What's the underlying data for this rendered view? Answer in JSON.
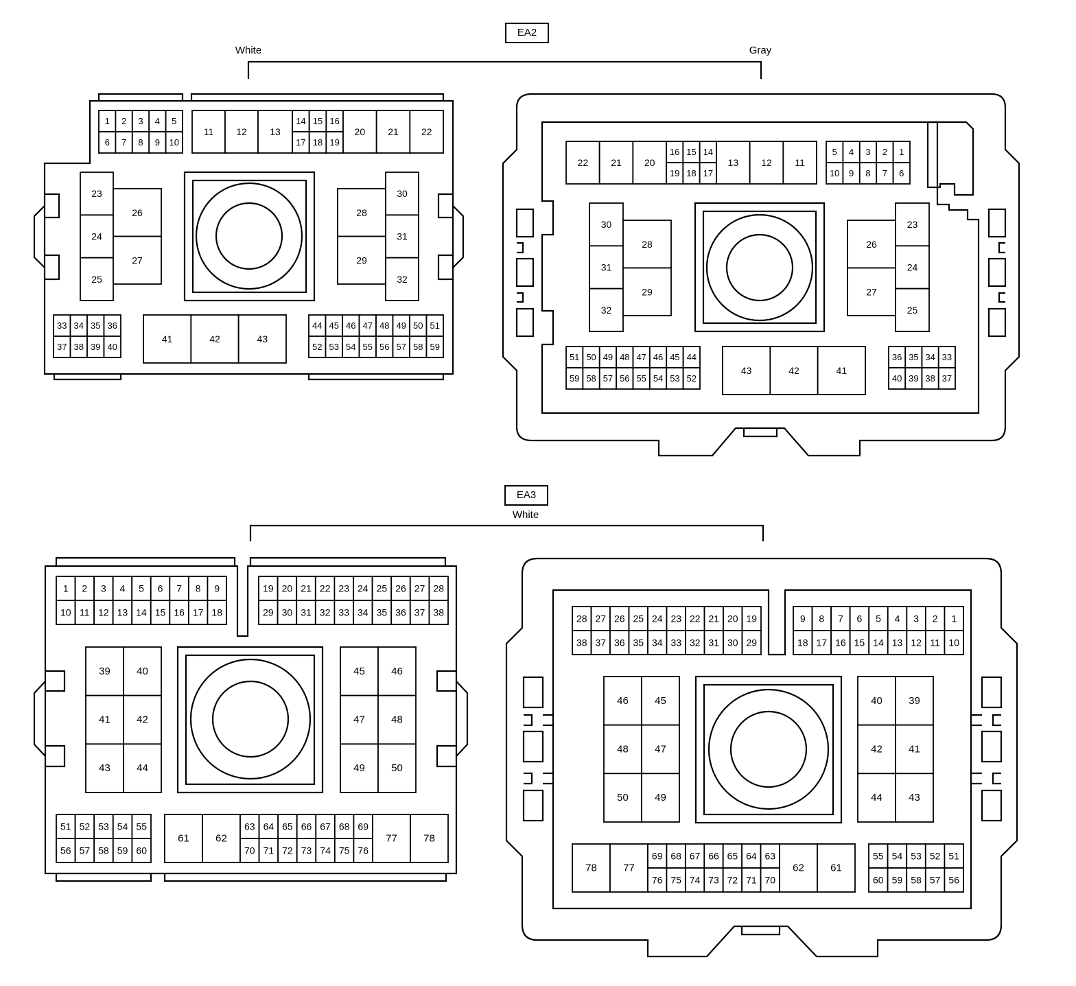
{
  "ea2": {
    "name": "EA2",
    "white": "White",
    "gray": "Gray",
    "white_view": {
      "row1": [
        "1",
        "2",
        "3",
        "4",
        "5"
      ],
      "row2": [
        "6",
        "7",
        "8",
        "9",
        "10"
      ],
      "a": [
        "11",
        "12",
        "13"
      ],
      "b_top": [
        "14",
        "15",
        "16"
      ],
      "b_bot": [
        "17",
        "18",
        "19"
      ],
      "c": [
        "20",
        "21",
        "22"
      ],
      "left_col": [
        "23",
        "24",
        "25"
      ],
      "left_big": [
        "26",
        "27"
      ],
      "right_big": [
        "28",
        "29"
      ],
      "right_col": [
        "30",
        "31",
        "32"
      ],
      "bl_top": [
        "33",
        "34",
        "35",
        "36"
      ],
      "bl_bot": [
        "37",
        "38",
        "39",
        "40"
      ],
      "mid": [
        "41",
        "42",
        "43"
      ],
      "br_top": [
        "44",
        "45",
        "46",
        "47",
        "48",
        "49",
        "50",
        "51"
      ],
      "br_bot": [
        "52",
        "53",
        "54",
        "55",
        "56",
        "57",
        "58",
        "59"
      ]
    },
    "gray_view": {
      "a": [
        "22",
        "21",
        "20"
      ],
      "b_top": [
        "16",
        "15",
        "14"
      ],
      "b_bot": [
        "19",
        "18",
        "17"
      ],
      "c": [
        "13",
        "12",
        "11"
      ],
      "tr_top": [
        "5",
        "4",
        "3",
        "2",
        "1"
      ],
      "tr_bot": [
        "10",
        "9",
        "8",
        "7",
        "6"
      ],
      "left_col": [
        "30",
        "31",
        "32"
      ],
      "left_big": [
        "28",
        "29"
      ],
      "right_big": [
        "26",
        "27"
      ],
      "right_col": [
        "23",
        "24",
        "25"
      ],
      "bl_top": [
        "51",
        "50",
        "49",
        "48",
        "47",
        "46",
        "45",
        "44"
      ],
      "bl_bot": [
        "59",
        "58",
        "57",
        "56",
        "55",
        "54",
        "53",
        "52"
      ],
      "mid": [
        "43",
        "42",
        "41"
      ],
      "br_top": [
        "36",
        "35",
        "34",
        "33"
      ],
      "br_bot": [
        "40",
        "39",
        "38",
        "37"
      ]
    }
  },
  "ea3": {
    "name": "EA3",
    "white": "White",
    "front_view": {
      "l_top": [
        "1",
        "2",
        "3",
        "4",
        "5",
        "6",
        "7",
        "8",
        "9"
      ],
      "l_bot": [
        "10",
        "11",
        "12",
        "13",
        "14",
        "15",
        "16",
        "17",
        "18"
      ],
      "r_top": [
        "19",
        "20",
        "21",
        "22",
        "23",
        "24",
        "25",
        "26",
        "27",
        "28"
      ],
      "r_bot": [
        "29",
        "30",
        "31",
        "32",
        "33",
        "34",
        "35",
        "36",
        "37",
        "38"
      ],
      "left_grid": [
        [
          "39",
          "40"
        ],
        [
          "41",
          "42"
        ],
        [
          "43",
          "44"
        ]
      ],
      "right_grid": [
        [
          "45",
          "46"
        ],
        [
          "47",
          "48"
        ],
        [
          "49",
          "50"
        ]
      ],
      "bl_top": [
        "51",
        "52",
        "53",
        "54",
        "55"
      ],
      "bl_bot": [
        "56",
        "57",
        "58",
        "59",
        "60"
      ],
      "big_a": [
        "61",
        "62"
      ],
      "m_top": [
        "63",
        "64",
        "65",
        "66",
        "67",
        "68",
        "69"
      ],
      "m_bot": [
        "70",
        "71",
        "72",
        "73",
        "74",
        "75",
        "76"
      ],
      "big_b": [
        "77",
        "78"
      ]
    },
    "rear_view": {
      "l_top": [
        "28",
        "27",
        "26",
        "25",
        "24",
        "23",
        "22",
        "21",
        "20",
        "19"
      ],
      "l_bot": [
        "38",
        "37",
        "36",
        "35",
        "34",
        "33",
        "32",
        "31",
        "30",
        "29"
      ],
      "r_top": [
        "9",
        "8",
        "7",
        "6",
        "5",
        "4",
        "3",
        "2",
        "1"
      ],
      "r_bot": [
        "18",
        "17",
        "16",
        "15",
        "14",
        "13",
        "12",
        "11",
        "10"
      ],
      "left_grid": [
        [
          "46",
          "45"
        ],
        [
          "48",
          "47"
        ],
        [
          "50",
          "49"
        ]
      ],
      "right_grid": [
        [
          "40",
          "39"
        ],
        [
          "42",
          "41"
        ],
        [
          "44",
          "43"
        ]
      ],
      "big_a": [
        "78",
        "77"
      ],
      "m_top": [
        "69",
        "68",
        "67",
        "66",
        "65",
        "64",
        "63"
      ],
      "m_bot": [
        "76",
        "75",
        "74",
        "73",
        "72",
        "71",
        "70"
      ],
      "big_b": [
        "62",
        "61"
      ],
      "br_top": [
        "55",
        "54",
        "53",
        "52",
        "51"
      ],
      "br_bot": [
        "60",
        "59",
        "58",
        "57",
        "56"
      ]
    }
  }
}
